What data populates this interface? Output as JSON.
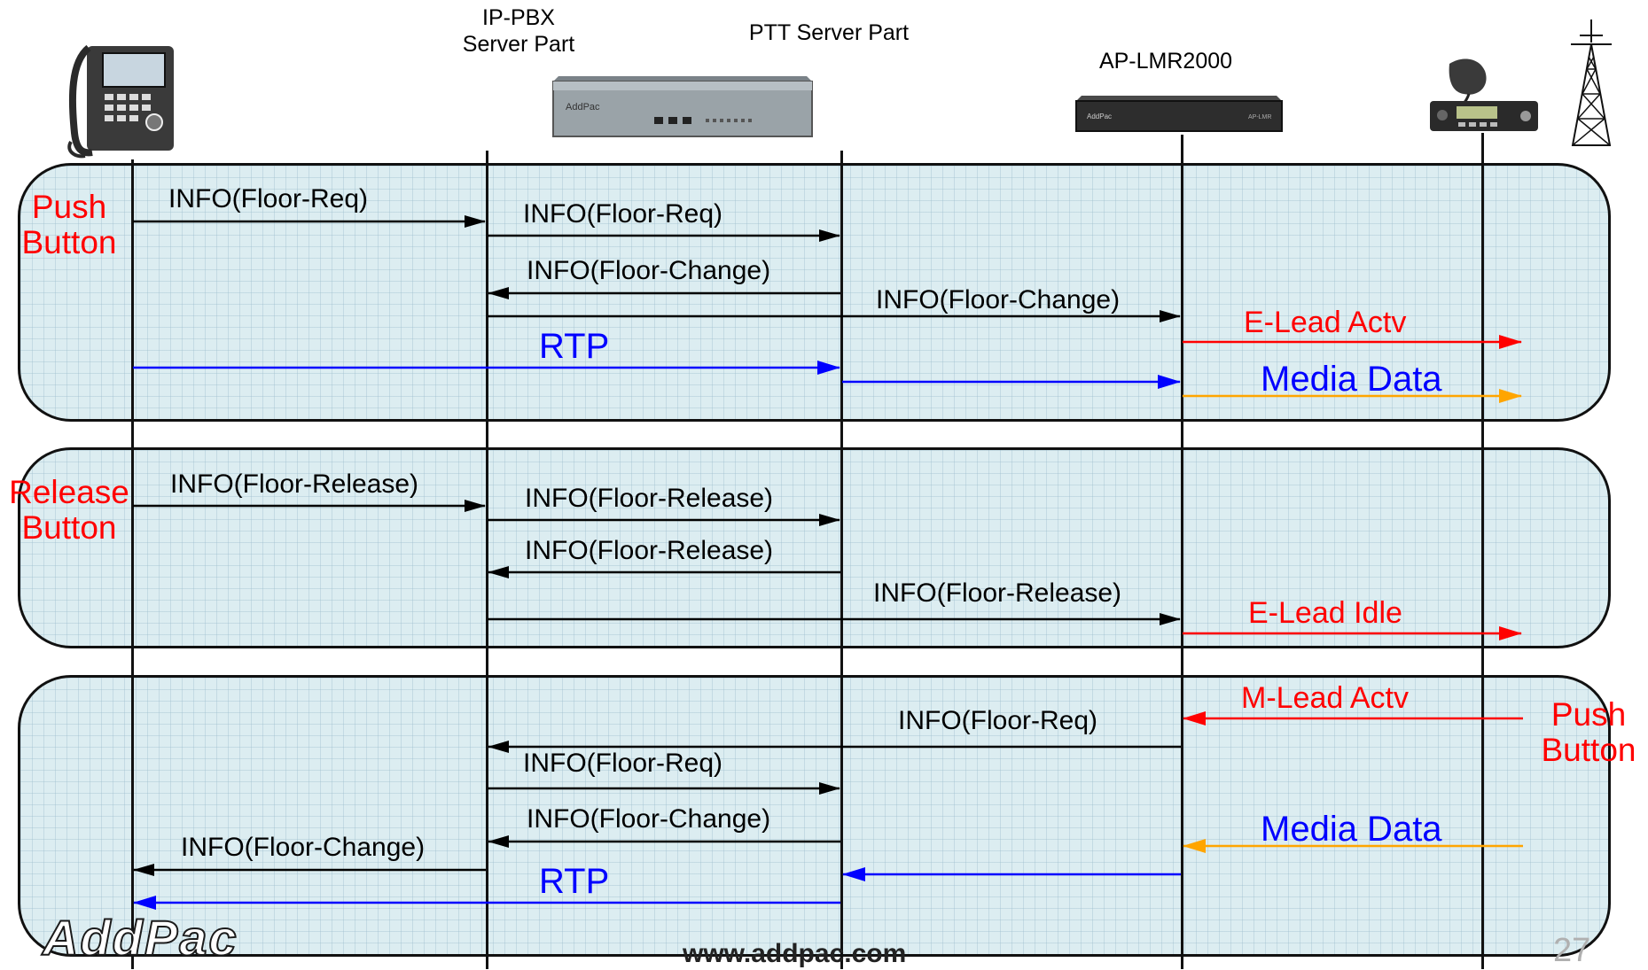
{
  "headers": {
    "ippbx": "IP-PBX\nServer Part",
    "ptt": "PTT Server Part",
    "aplmr": "AP-LMR2000"
  },
  "devices": {
    "phone_icon": "ip-phone-icon",
    "server_icon": "ippbx-server-icon",
    "gateway_icon": "aplmr-gateway-icon",
    "radio_icon": "mobile-radio-icon",
    "tower_icon": "antenna-tower-icon"
  },
  "panels": {
    "push": {
      "side_label": "Push\nButton",
      "messages": {
        "m1": "INFO(Floor-Req)",
        "m2": "INFO(Floor-Req)",
        "m3": "INFO(Floor-Change)",
        "m4": "INFO(Floor-Change)",
        "m5": "E-Lead Actv",
        "m6": "RTP",
        "m7": "Media Data"
      }
    },
    "release": {
      "side_label": "Release\nButton",
      "messages": {
        "m1": "INFO(Floor-Release)",
        "m2": "INFO(Floor-Release)",
        "m3": "INFO(Floor-Release)",
        "m4": "INFO(Floor-Release)",
        "m5": "E-Lead Idle"
      }
    },
    "radio": {
      "side_label": "Push\nButton",
      "messages": {
        "m1": "M-Lead Actv",
        "m2": "INFO(Floor-Req)",
        "m3": "INFO(Floor-Req)",
        "m4": "INFO(Floor-Change)",
        "m5": "Media Data",
        "m6": "INFO(Floor-Change)",
        "m7": "RTP"
      }
    }
  },
  "footer": {
    "logo": "AddPac",
    "url": "www.addpac.com",
    "page": "27"
  },
  "colors": {
    "signal": "#000000",
    "lead": "#ff0000",
    "rtp": "#0000ff",
    "media": "#ffa500",
    "panel_fill": "#dcedf1"
  }
}
